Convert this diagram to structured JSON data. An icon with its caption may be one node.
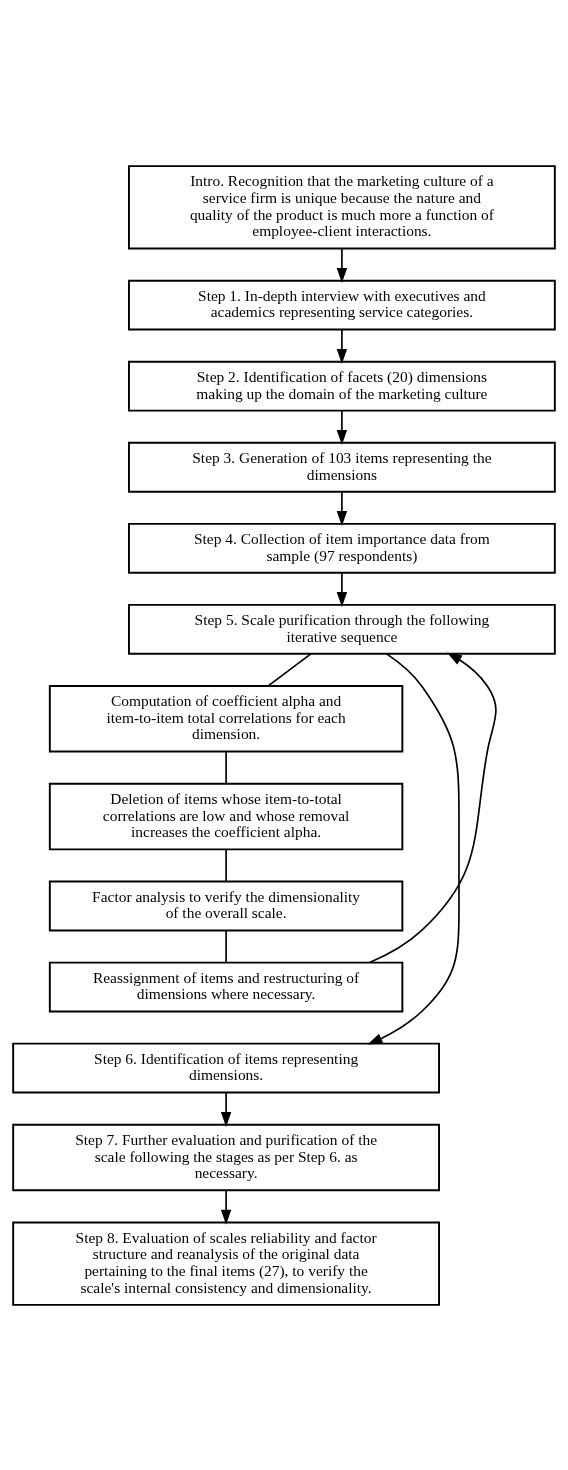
{
  "diagram": {
    "nodes": [
      {
        "text": [
          "Intro. Recognition that the marketing culture of a service firm is unique because the nature and quality of the product is much more a function of employee-client interactions."
        ]
      },
      {
        "text": [
          "Step 1. In-depth interview with executives and academics representing service categories."
        ]
      },
      {
        "text": [
          "Step 2. Identification of facets (20) dimensions making up the domain of the marketing culture"
        ]
      },
      {
        "text": [
          "Step 3. Generation of 103 items representing the dimensions"
        ]
      },
      {
        "text": [
          "Step 4. Collection of item importance data from sample (97 respondents)"
        ]
      },
      {
        "text": [
          "Step 5. Scale purification through the following iterative sequence"
        ]
      },
      {
        "text": [
          "Computation of coefficient alpha and item-to-item total correlations for each dimension."
        ]
      },
      {
        "text": [
          "Deletion of items whose item-to-total correlations are low and whose removal increases the coefficient alpha."
        ]
      },
      {
        "text": [
          "Factor analysis to verify the dimensionality of the overall scale."
        ]
      },
      {
        "text": [
          "Reassignment of items and restructuring of dimensions where necessary."
        ]
      },
      {
        "text": [
          "Step 6. Identification of items representing dimensions."
        ]
      },
      {
        "text": [
          "Step 7. Further evaluation and purification of the scale following the stages as per Step 6. as necessary."
        ]
      },
      {
        "text": [
          "Step 8. Evaluation of scales reliability and factor structure and reanalysis of the original data pertaining to the final items (27), to verify the scale's internal consistency and dimensionality."
        ]
      }
    ],
    "edges": [
      {
        "from": 0,
        "to": 1,
        "arrow": "to"
      },
      {
        "from": 1,
        "to": 2,
        "arrow": "to"
      },
      {
        "from": 2,
        "to": 3,
        "arrow": "to"
      },
      {
        "from": 3,
        "to": 4,
        "arrow": "to"
      },
      {
        "from": 4,
        "to": 5,
        "arrow": "to"
      },
      {
        "from": 5,
        "to": 6,
        "arrow": "none"
      },
      {
        "from": 6,
        "to": 7,
        "arrow": "none"
      },
      {
        "from": 7,
        "to": 8,
        "arrow": "none"
      },
      {
        "from": 8,
        "to": 9,
        "arrow": "none"
      },
      {
        "from": 9,
        "to": 5,
        "arrow": "to"
      },
      {
        "from": 5,
        "to": 10,
        "arrow": "to"
      },
      {
        "from": 10,
        "to": 11,
        "arrow": "to"
      },
      {
        "from": 11,
        "to": 12,
        "arrow": "to"
      }
    ]
  }
}
